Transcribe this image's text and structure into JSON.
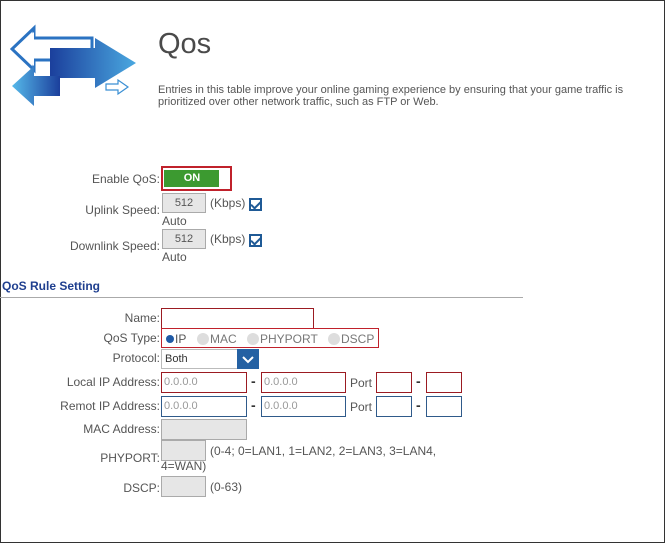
{
  "header": {
    "title": "Qos",
    "description": "Entries in this table improve your online gaming experience by ensuring that your game traffic is prioritized over other network traffic, such as FTP or Web."
  },
  "enable_qos": {
    "label": "Enable QoS:",
    "state": "ON"
  },
  "uplink": {
    "label": "Uplink Speed:",
    "value": "512",
    "unit": "(Kbps)",
    "auto_label": "Auto",
    "auto_checked": true
  },
  "downlink": {
    "label": "Downlink Speed:",
    "value": "512",
    "unit": "(Kbps)",
    "auto_label": "Auto",
    "auto_checked": true
  },
  "rule": {
    "section_title": "QoS Rule Setting",
    "name_label": "Name:",
    "name_value": "",
    "type_label": "QoS Type:",
    "types": [
      "IP",
      "MAC",
      "PHYPORT",
      "DSCP"
    ],
    "selected_type": "IP",
    "protocol_label": "Protocol:",
    "protocol_value": "Both",
    "local_ip_label": "Local IP Address:",
    "local_ip_start": "0.0.0.0",
    "local_ip_end": "0.0.0.0",
    "remote_ip_label": "Remot IP Address:",
    "remote_ip_start": "0.0.0.0",
    "remote_ip_end": "0.0.0.0",
    "port_label": "Port",
    "range_sep": "-",
    "mac_label": "MAC Address:",
    "phyport_label": "PHYPORT:",
    "phyport_hint": "(0-4; 0=LAN1, 1=LAN2, 2=LAN3, 3=LAN4, 4=WAN)",
    "dscp_label": "DSCP:",
    "dscp_hint": "(0-63)"
  },
  "colors": {
    "accent_blue": "#2461a3",
    "toggle_green": "#3c9a30",
    "error_red": "#c0212b"
  }
}
